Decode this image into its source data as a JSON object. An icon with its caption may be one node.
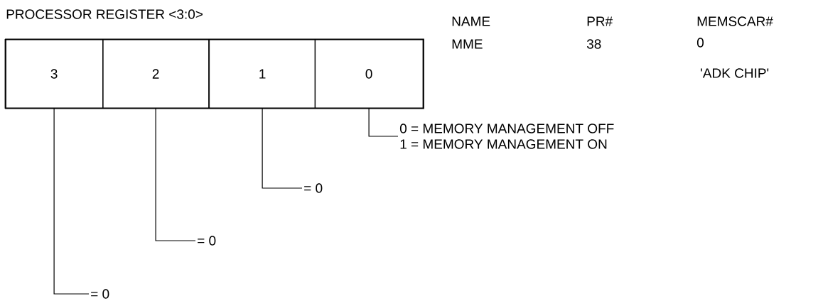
{
  "diagram": {
    "title": "PROCESSOR REGISTER <3:0>",
    "nodes": [
      {
        "text": [],
        "shape": "box"
      },
      {
        "text": [
          "3"
        ],
        "in": 0
      },
      {
        "text": [
          "2"
        ],
        "in": 0
      },
      {
        "text": [
          "1"
        ],
        "in": 0
      },
      {
        "text": [
          "0"
        ],
        "in": 0
      },
      {
        "text": [
          "0 = MEMORY MANAGEMENT OFF",
          "1 = MEMORY MANAGEMENT ON"
        ]
      },
      {
        "text": [
          "= 0"
        ]
      },
      {
        "text": [
          "= 0"
        ]
      },
      {
        "text": [
          "= 0"
        ]
      }
    ],
    "edges": [
      {
        "from": 4,
        "to": 5,
        "arrow": "none"
      },
      {
        "from": 3,
        "to": 6,
        "arrow": "none"
      },
      {
        "from": 2,
        "to": 7,
        "arrow": "none"
      },
      {
        "from": 1,
        "to": 8,
        "arrow": "none"
      }
    ],
    "labels": [
      "NAME",
      "PR#",
      "MEMSCAR#",
      "MME",
      "38",
      "0",
      "'ADK CHIP'"
    ]
  }
}
